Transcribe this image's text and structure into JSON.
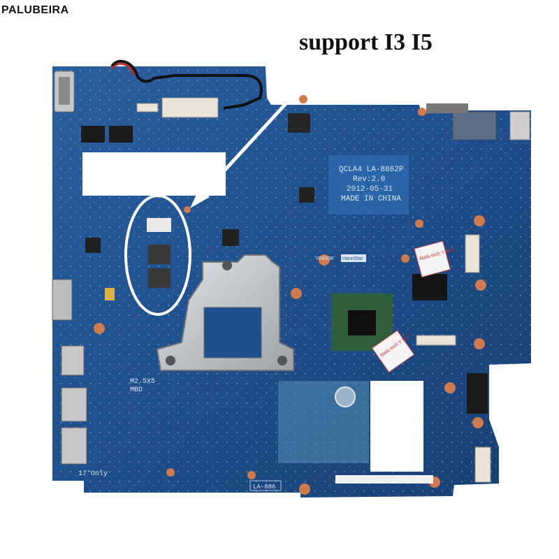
{
  "overlay": {
    "brand": "PALUBEIRA",
    "headline": "support I3 I5"
  },
  "board": {
    "model_lines": [
      "QCLA4 LA-8862P",
      "Rev:2.0",
      "2012-05-31",
      "MADE IN CHINA"
    ],
    "vendor_label": "VENDOR",
    "vendor_name": "HannStar",
    "screw_label_1": "M2.5X5",
    "screw_label_2": "MBD",
    "size_label": "17'Only",
    "footer_code": "LA-886",
    "sticker_text": "Alala tech Y M D"
  },
  "colors": {
    "pcb": "#1f4f8c",
    "pcb_dark": "#173d6e",
    "annotation": "#ffffff",
    "copper": "#d07a50"
  }
}
